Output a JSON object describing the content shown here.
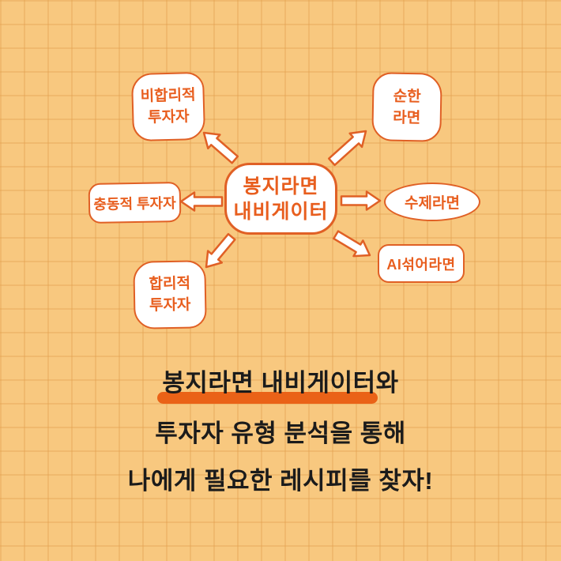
{
  "palette": {
    "background": "#F8C87F",
    "grid_line": "#EFBE74",
    "accent_orange": "#E06025",
    "node_text_orange": "#E85E1E",
    "node_fill": "#FFFFFF",
    "caption_text": "#1B1B1B",
    "highlight_bar": "#EA6217"
  },
  "mindmap": {
    "center": {
      "label_line1": "봉지라면",
      "label_line2": "내비게이터",
      "shape": "rounded-rect"
    },
    "nodes": [
      {
        "id": "irrational-investor",
        "position": "top-left",
        "shape": "rounded-rect",
        "label_line1": "비합리적",
        "label_line2": "투자자"
      },
      {
        "id": "mild-ramen",
        "position": "top-right",
        "shape": "rounded-rect",
        "label_line1": "순한",
        "label_line2": "라면"
      },
      {
        "id": "impulsive-investor",
        "position": "left",
        "shape": "rounded-rect",
        "label": "충동적 투자자"
      },
      {
        "id": "handmade-ramen",
        "position": "right",
        "shape": "ellipse",
        "label": "수제라면"
      },
      {
        "id": "rational-investor",
        "position": "bottom-left",
        "shape": "rounded-rect",
        "label_line1": "합리적",
        "label_line2": "투자자"
      },
      {
        "id": "ai-mixed-ramen",
        "position": "bottom-right",
        "shape": "rounded-rect",
        "label": "AI섞어라면"
      }
    ],
    "arrow_count": 6
  },
  "caption": {
    "line1_highlighted": "봉지라면 내비게이터",
    "line1_rest": "와",
    "line2": "투자자 유형 분석을 통해",
    "line3": "나에게 필요한 레시피를 찾자!"
  }
}
